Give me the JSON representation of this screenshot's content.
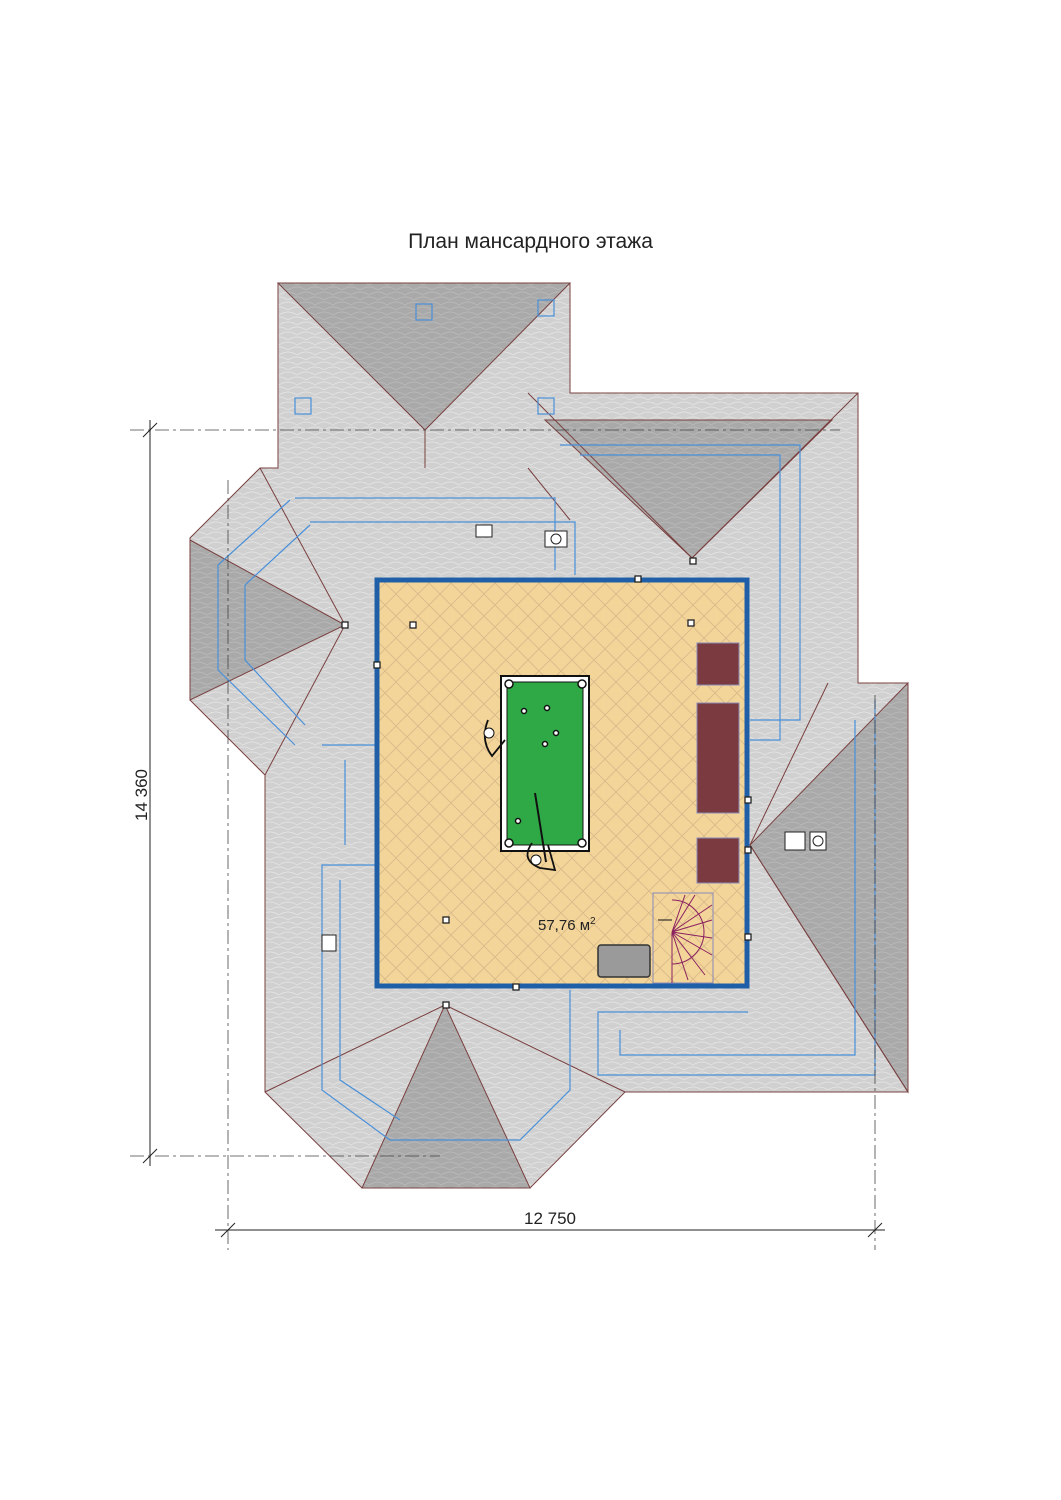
{
  "title": "План мансардного этажа",
  "room": {
    "area_value": "57,76 м",
    "area_unit_sup": "2"
  },
  "dimensions": {
    "height": "14 360",
    "width": "12 750"
  },
  "colors": {
    "roof": "#d0d0d0",
    "roof_hip": "#a8a8a8",
    "floor": "#f3d59a",
    "wall": "#1f5fa8",
    "table": "#2fa846",
    "furniture": "#7b3a3f",
    "ridge": "#7a4040",
    "gutter": "#4a90d9"
  }
}
